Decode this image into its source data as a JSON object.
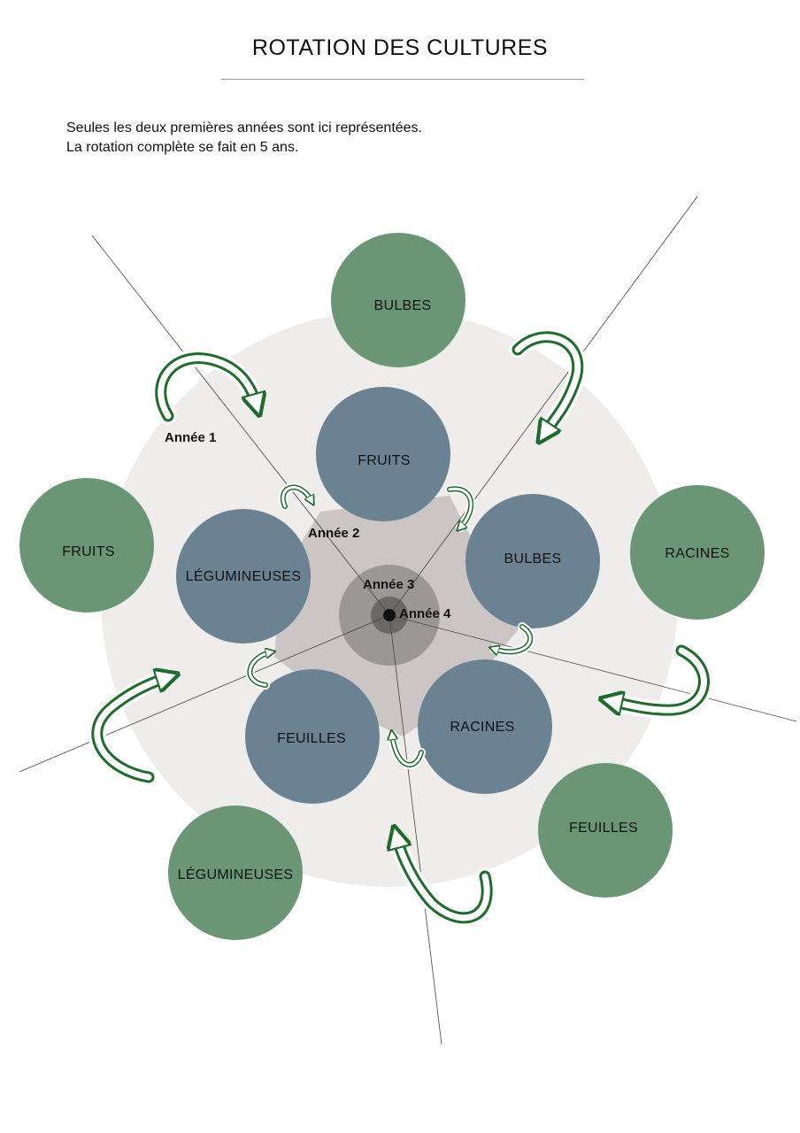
{
  "title": "ROTATION DES CULTURES",
  "intro": {
    "line1": "Seules les deux premières années sont ici représentées.",
    "line2": "La rotation complète se fait en 5 ans."
  },
  "colors": {
    "outer_ring": "#efedec",
    "year2_zone": "#cbc5c5",
    "year3_zone": "#9b9797",
    "year4_zone": "#6b6868",
    "center_dot": "#111111",
    "year1_circle": "#6a9676",
    "year2_circle": "#6b8293",
    "arrow": "#1f6b2c"
  },
  "year_labels": {
    "year1": "Année 1",
    "year2": "Année 2",
    "year3": "Année 3",
    "year4": "Année 4"
  },
  "year1_crops": {
    "top": "BULBES",
    "right": "RACINES",
    "bottom_right": "FEUILLES",
    "bottom_left": "LÉGUMINEUSES",
    "left": "FRUITS"
  },
  "year2_crops": {
    "top": "FRUITS",
    "right": "BULBES",
    "bottom_right": "RACINES",
    "bottom_left": "FEUILLES",
    "left": "LÉGUMINEUSES"
  }
}
